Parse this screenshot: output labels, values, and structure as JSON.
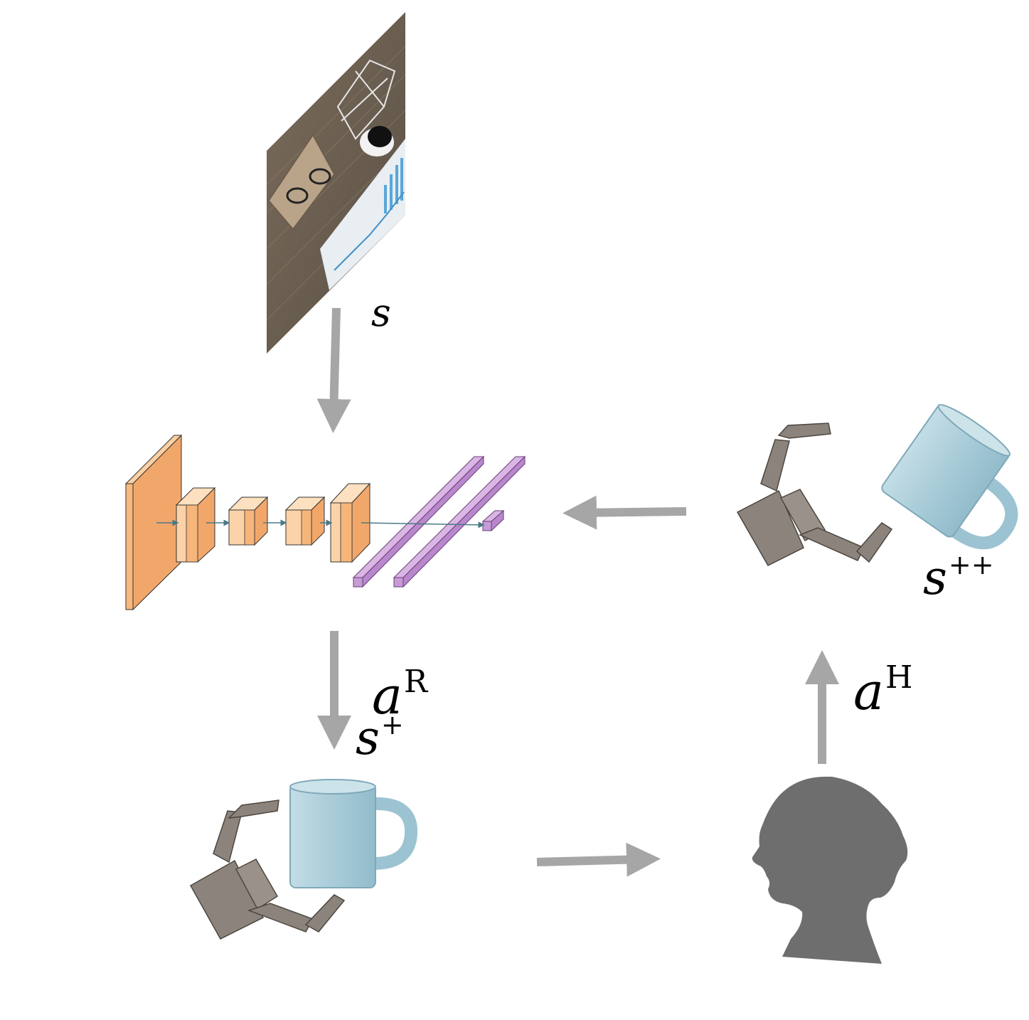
{
  "labels": {
    "state": "s",
    "robot_action_base": "a",
    "robot_action_sup": "R",
    "human_action_base": "a",
    "human_action_sup": "H",
    "state_plus_base": "s",
    "state_plus_sup": "+",
    "state_plusplus_base": "s",
    "state_plusplus_sup": "++"
  },
  "colors": {
    "arrow": "#a6a6a6",
    "conv_orange": "#f9c08a",
    "fc_purple": "#c79bd6",
    "mug": "#a9ccd8",
    "gripper": "#8c847c",
    "human": "#6e6e6e"
  }
}
